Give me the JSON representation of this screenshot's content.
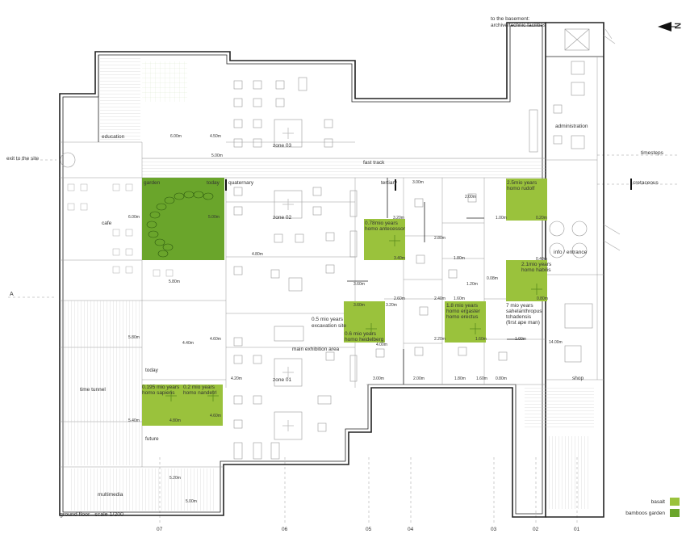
{
  "plan": {
    "top_note_line1": "to the basement:",
    "top_note_line2": "archive/technic facilities",
    "north_letter": "N",
    "title": "ground floor   scale 1/200"
  },
  "rooms": {
    "education": "education",
    "administration": "administration",
    "exit": "exit to the site",
    "fast_track": "fast track",
    "timesteps": "timesteps",
    "cretaceous": "cretaceous",
    "garden": "garden",
    "today_top": "today",
    "quaternary": "quaternary",
    "tertiary": "tertiary",
    "cafe": "cafe",
    "zone03": "zone 03",
    "zone02": "zone 02",
    "zone01": "zone 01",
    "info": "info / entrance",
    "section_a": "A",
    "excavation_1": "0.5 mio years",
    "excavation_2": "excavation site",
    "main_exhibition": "main exhibition area",
    "today_mid": "today",
    "time_tunnel": "time tunnel",
    "future": "future",
    "multimedia": "multimedia",
    "shop": "shop",
    "first_ape_1": "7 mio years",
    "first_ape_2": "sahelanthropus",
    "first_ape_3": "tchadensis",
    "first_ape_4": "(first ape man)"
  },
  "green_rooms": [
    {
      "line1": "2.5mio years",
      "line2": "homo rudolf"
    },
    {
      "line1": "0.78mio years",
      "line2": "homo antecessor"
    },
    {
      "line1": "2.1mio years",
      "line2": "homo habilis"
    },
    {
      "line1": "0.6 mio years",
      "line2": "homo heidelberg"
    },
    {
      "line1": "1.8 mio years",
      "line2": "homo ergaster",
      "line3": "homo erectus"
    },
    {
      "line1": "0.195 mio years",
      "line2": "homo sapiens"
    },
    {
      "line1": "0.2 mio years",
      "line2": "homo nandetrl"
    }
  ],
  "dimensions": {
    "d1": "6.00m",
    "d2": "4.50m",
    "d3": "5.00m",
    "d4": "6.00m",
    "d5": "5.00m",
    "d6": "4.80m",
    "d7": "5.80m",
    "d8": "3.00m",
    "d9": "2.00m",
    "d10": "3.20m",
    "d11": "1.00m",
    "d12": "0.20m",
    "d13": "2.80m",
    "d14": "3.40m",
    "d15": "1.80m",
    "d16": "0.40m",
    "d17": "3.60m",
    "d18": "0.08m",
    "d19": "1.20m",
    "d20": "2.60m",
    "d21": "3.20m",
    "d22": "2.40m",
    "d23": "1.60m",
    "d24": "0.80m",
    "d25": "3.60m",
    "d26": "2.20m",
    "d27": "1.60m",
    "d28": "1.00m",
    "d29": "14.00m",
    "d30": "4.00m",
    "d31": "4.40m",
    "d32": "4.60m",
    "d33": "5.80m",
    "d34": "4.20m",
    "d35": "3.00m",
    "d36": "2.00m",
    "d37": "1.80m",
    "d38": "1.60m",
    "d39": "0.80m",
    "d40": "5.40m",
    "d41": "4.80m",
    "d42": "4.60m",
    "d43": "5.20m",
    "d44": "5.00m"
  },
  "grid_axes": [
    "07",
    "06",
    "05",
    "04",
    "03",
    "02",
    "01"
  ],
  "legend": [
    {
      "label": "basalt",
      "color": "#9ac23c"
    },
    {
      "label": "bamboos garden",
      "color": "#6aa52b"
    }
  ]
}
